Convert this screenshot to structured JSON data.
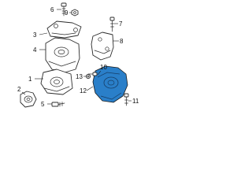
{
  "diagram": {
    "highlight_color": "#2a7fc9",
    "line_color": "#2b2b2b",
    "callouts": [
      "1",
      "2",
      "3",
      "4",
      "5",
      "6",
      "7",
      "8",
      "9",
      "10",
      "11",
      "12",
      "13"
    ]
  }
}
